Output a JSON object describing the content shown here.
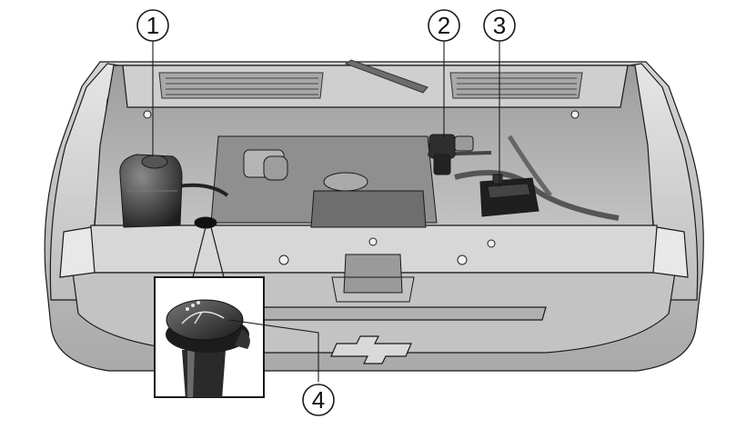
{
  "callouts": [
    {
      "label": "1"
    },
    {
      "label": "2"
    },
    {
      "label": "3"
    },
    {
      "label": "4"
    }
  ],
  "colors": {
    "line": "#1a1a1a",
    "body_light": "#dadada",
    "body_mid": "#b9b9b9",
    "body_dark": "#6f6f6f",
    "engine_dark": "#3a3a3a"
  },
  "icons": {
    "emblem": "bowtie-emblem-icon",
    "cap": "washer-fluid-cap-icon"
  }
}
